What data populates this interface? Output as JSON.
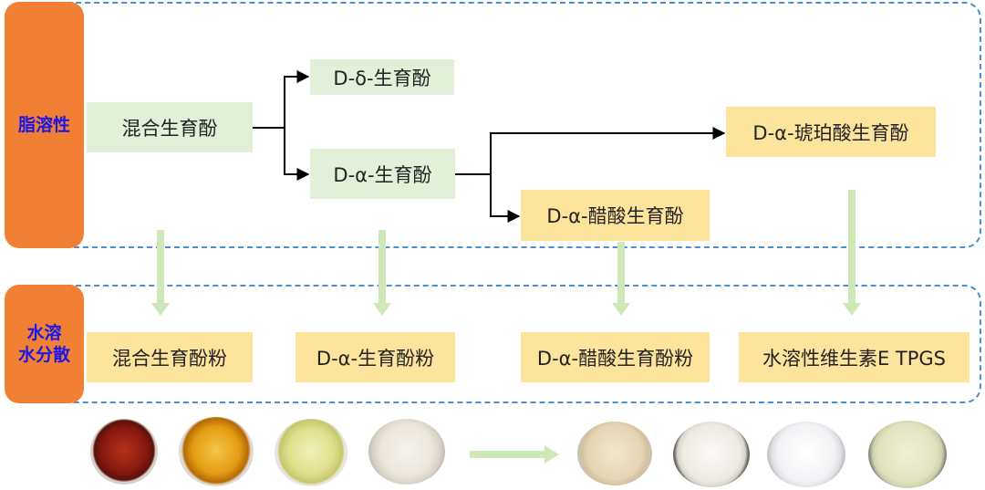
{
  "sections": {
    "fat_soluble": "脂溶性",
    "water_line1": "水溶",
    "water_line2": "水分散"
  },
  "nodes": {
    "mixed": "混合生育酚",
    "delta": "D-δ-生育酚",
    "alpha": "D-α-生育酚",
    "succinate": "D-α-琥珀酸生育酚",
    "acetate": "D-α-醋酸生育酚"
  },
  "products": {
    "mixed_powder": "混合生育酚粉",
    "alpha_powder": "D-α-生育酚粉",
    "acetate_powder": "D-α-醋酸生育酚粉",
    "tpgs": "水溶性维生素E TPGS"
  },
  "colors": {
    "panel_border": "#4a8fd4",
    "side_label_bg": "#f28034",
    "side_label_text": "#1a16e6",
    "green_box": "#e2efd9",
    "yellow_box": "#fde49c",
    "conversion_arrow": "#cfe8b8"
  },
  "icons": [
    "oil-dish-dark-red",
    "oil-dish-amber",
    "oil-dish-pale-yellow",
    "powder-dish-white",
    "powder-dish-beige",
    "powder-dish-off-white",
    "powder-dish-white-2",
    "powder-dish-cream"
  ]
}
